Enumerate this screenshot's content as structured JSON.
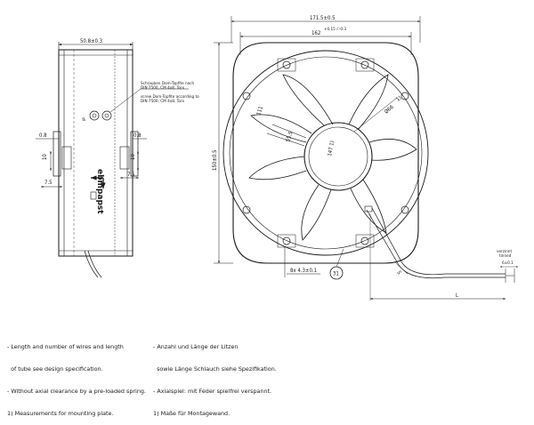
{
  "side_view": {
    "width_label": "50.8±0.3",
    "dim_left_top": "0.8",
    "dim_right_top": "0.8",
    "dim_left_mid": "10",
    "dim_right_mid": "10",
    "dim_left_bottom": "7.5",
    "dim_right_bottom": "7.5",
    "brand_label": "ebmpapst",
    "screw_note_de_1": "Schrauben Dom-Topfite nach",
    "screw_note_de_2": "DIN 7500, CM 4x8, Torx",
    "screw_note_en_1": "screw Dom-Topfite according to",
    "screw_note_en_2": "DIN 7500, CM 4x8, Torx"
  },
  "front_view": {
    "overall_width": "171.5±0.5",
    "hole_spacing": "162",
    "hole_spacing_tol": "+0.15 / -0.3",
    "height": "150±0.5",
    "hub_diameter": "Ø66",
    "hub_note": "1)",
    "blade_dim_a": "111",
    "blade_dim_b": "55.5",
    "center_dim": "147 1)",
    "hole_callout": "8x 4.3±0.1",
    "balloon": "31",
    "cable_s": "S",
    "cable_l": "L",
    "tinned_label_1": "verzinnt",
    "tinned_label_2": "tinned",
    "tinned_len": "6±0.1"
  },
  "notes_en": [
    "- Length and number of wires and length",
    "  of tube see design specification.",
    "- Without axial clearance by a pre-loaded spring.",
    "1) Measurements for mounting plate."
  ],
  "notes_de": [
    "- Anzahl und Länge der Litzen",
    "  sowie Länge Schlauch siehe Spezifikation.",
    "- Axialspiel: mit Feder spielfrei verspannt.",
    "1) Maße für Montagewand."
  ]
}
